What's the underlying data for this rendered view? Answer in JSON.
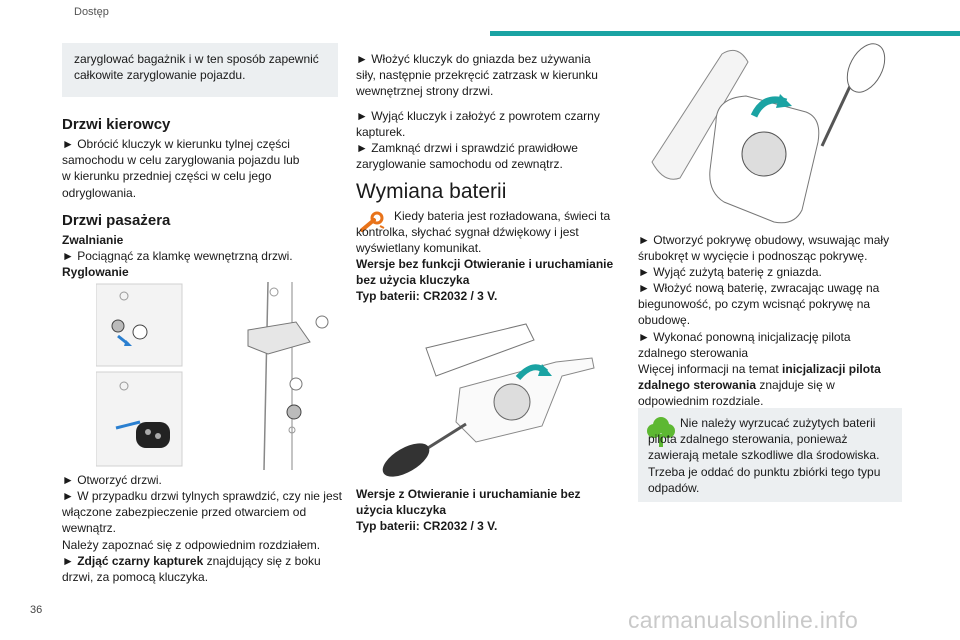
{
  "header": {
    "section": "Dostęp",
    "accent": "#1aa3a3"
  },
  "page_number": "36",
  "watermark": "carmanualsonline.info",
  "col1": {
    "intro_box": "zaryglować bagażnik i w ten sposób zapewnić całkowite zaryglowanie pojazdu.",
    "driver_door_title": "Drzwi kierowcy",
    "driver_door_text": "► Obrócić kluczyk w kierunku tylnej części samochodu w celu zaryglowania pojazdu lub w kierunku przedniej części w celu jego odryglowania.",
    "passenger_door_title": "Drzwi pasażera",
    "unlock_label": "Zwalnianie",
    "unlock_text": "► Pociągnąć za klamkę wewnętrzną drzwi.",
    "lock_label": "Ryglowanie",
    "after_fig": [
      "► Otworzyć drzwi.",
      "► W przypadku drzwi tylnych sprawdzić, czy nie jest włączone zabezpieczenie przed otwarciem od wewnątrz.",
      "Należy zapoznać się z odpowiednim rozdziałem."
    ],
    "remove_cap_bold": "► Zdjąć czarny kapturek",
    "remove_cap_rest": " znajdujący się z boku drzwi, za pomocą kluczyka."
  },
  "col2": {
    "steps": [
      "► Włożyć kluczyk do gniazda bez używania siły, następnie przekręcić zatrzask w kierunku wewnętrznej strony drzwi.",
      "► Wyjąć kluczyk i założyć z powrotem czarny kapturek.",
      "► Zamknąć drzwi i sprawdzić prawidłowe zaryglowanie samochodu od zewnątrz."
    ],
    "battery_title": "Wymiana baterii",
    "battery_intro": "Kiedy bateria jest rozładowana, świeci ta kontrolka, słychać sygnał dźwiękowy i jest wyświetlany komunikat.",
    "version1_line1": "Wersje bez funkcji Otwieranie i uruchamianie",
    "version1_line2": "bez użycia kluczyka",
    "version1_battery": "Typ baterii: CR2032 / 3 V.",
    "version2_line1": "Wersje z Otwieranie i uruchamianie bez",
    "version2_line2": "użycia kluczyka",
    "version2_battery": "Typ baterii: CR2032 / 3 V."
  },
  "col3": {
    "steps": [
      "► Otworzyć pokrywę obudowy, wsuwając mały śrubokręt w wycięcie i podnosząc pokrywę.",
      "► Wyjąć zużytą baterię z gniazda.",
      "► Włożyć nową baterię, zwracając uwagę na biegunowość, po czym wcisnąć pokrywę na obudowę.",
      "► Wykonać ponowną inicjalizację pilota zdalnego sterowania"
    ],
    "more_info_pre": "Więcej informacji na temat ",
    "more_info_bold": "inicjalizacji pilota zdalnego sterowania",
    "more_info_post": " znajduje się w odpowiednim rozdziale.",
    "env_note": "Nie należy wyrzucać zużytych baterii pilota zdalnego sterowania, ponieważ zawierają metale szkodliwe dla środowiska. Trzeba je oddać do punktu zbiórki tego typu odpadów."
  },
  "icons": {
    "warning_icon": "wrench-icon",
    "env_icon": "tree-icon",
    "warning_color": "#e8731a",
    "env_color": "#5db832"
  }
}
